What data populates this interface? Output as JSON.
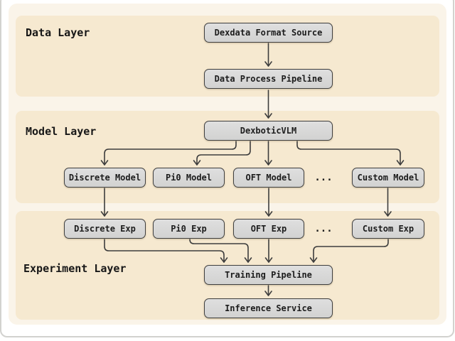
{
  "diagram": {
    "layers": [
      {
        "label": "Data Layer"
      },
      {
        "label": "Model Layer"
      },
      {
        "label": "Experiment Layer"
      }
    ],
    "nodes": [
      {
        "id": "dexdata",
        "label": "Dexdata Format Source"
      },
      {
        "id": "process",
        "label": "Data Process Pipeline"
      },
      {
        "id": "vlm",
        "label": "DexboticVLM"
      },
      {
        "id": "discrete-model",
        "label": "Discrete Model"
      },
      {
        "id": "pi0-model",
        "label": "Pi0 Model"
      },
      {
        "id": "oft-model",
        "label": "OFT Model"
      },
      {
        "id": "custom-model",
        "label": "Custom Model"
      },
      {
        "id": "discrete-exp",
        "label": "Discrete Exp"
      },
      {
        "id": "pi0-exp",
        "label": "Pi0 Exp"
      },
      {
        "id": "oft-exp",
        "label": "OFT Exp"
      },
      {
        "id": "custom-exp",
        "label": "Custom Exp"
      },
      {
        "id": "training",
        "label": "Training Pipeline"
      },
      {
        "id": "inference",
        "label": "Inference Service"
      }
    ],
    "ellipsis_model": "...",
    "ellipsis_exp": "...",
    "edges": [
      {
        "from": "Dexdata Format Source",
        "to": "Data Process Pipeline"
      },
      {
        "from": "Data Process Pipeline",
        "to": "DexboticVLM"
      },
      {
        "from": "DexboticVLM",
        "to": "Discrete Model"
      },
      {
        "from": "DexboticVLM",
        "to": "Pi0 Model"
      },
      {
        "from": "DexboticVLM",
        "to": "OFT Model"
      },
      {
        "from": "DexboticVLM",
        "to": "Custom Model"
      },
      {
        "from": "Discrete Model",
        "to": "Discrete Exp"
      },
      {
        "from": "OFT Model",
        "to": "OFT Exp"
      },
      {
        "from": "Custom Model",
        "to": "Custom Exp"
      },
      {
        "from": "Discrete Exp",
        "to": "Training Pipeline"
      },
      {
        "from": "Pi0 Exp",
        "to": "Training Pipeline"
      },
      {
        "from": "OFT Exp",
        "to": "Training Pipeline"
      },
      {
        "from": "Custom Exp",
        "to": "Training Pipeline"
      },
      {
        "from": "Training Pipeline",
        "to": "Inference Service"
      }
    ],
    "colors": {
      "panel_background": "#faf4e9",
      "layer_band": "#f6e9d0",
      "node_fill": "#d9d9d9",
      "node_border": "#3f3f3f",
      "connector": "#3d3d3d",
      "text": "#1c1c1c"
    }
  }
}
